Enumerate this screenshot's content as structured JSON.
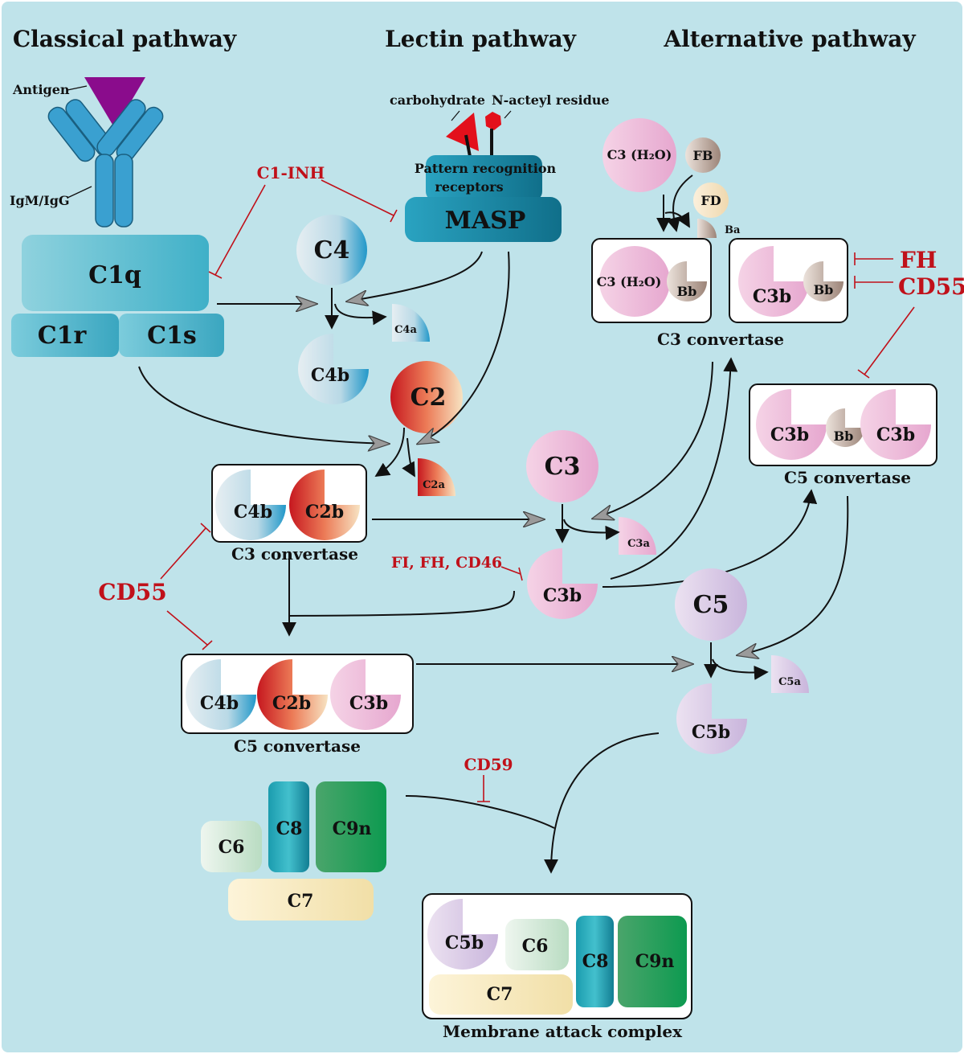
{
  "headers": {
    "classical": "Classical pathway",
    "lectin": "Lectin pathway",
    "alternative": "Alternative pathway"
  },
  "classical": {
    "antigen": "Antigen",
    "antibody": "IgM/IgG",
    "c1q": "C1q",
    "c1r": "C1r",
    "c1s": "C1s",
    "c4": "C4",
    "c4a": "C4a",
    "c4b": "C4b",
    "c2": "C2",
    "c2a": "C2a"
  },
  "lectin": {
    "carbohydrate": "carbohydrate",
    "residue": "N-acteyl residue",
    "prr_line1": "Pattern recognition",
    "prr_line2": "receptors",
    "masp": "MASP"
  },
  "alternative": {
    "c3h2o": "C3 (H₂O)",
    "fb": "FB",
    "fd": "FD",
    "ba": "Ba",
    "bb": "Bb",
    "c3b": "C3b"
  },
  "convertases": {
    "c3_conv_left": {
      "c4b": "C4b",
      "c2b": "C2b",
      "caption": "C3 convertase"
    },
    "c3_conv_right": {
      "c3h2o": "C3 (H₂O)",
      "bb1": "Bb",
      "c3b": "C3b",
      "bb2": "Bb",
      "caption": "C3 convertase"
    },
    "c5_conv_left": {
      "c4b": "C4b",
      "c2b": "C2b",
      "c3b": "C3b",
      "caption": "C5 convertase"
    },
    "c5_conv_right": {
      "c3b1": "C3b",
      "bb": "Bb",
      "c3b2": "C3b",
      "caption": "C5 convertase"
    }
  },
  "center": {
    "c3": "C3",
    "c3a": "C3a",
    "c3b": "C3b",
    "c5": "C5",
    "c5a": "C5a",
    "c5b": "C5b"
  },
  "terminal": {
    "c6": "C6",
    "c7": "C7",
    "c8": "C8",
    "c9n": "C9n"
  },
  "mac": {
    "c5b": "C5b",
    "c6": "C6",
    "c7": "C7",
    "c8": "C8",
    "c9n": "C9n",
    "caption": "Membrane attack complex"
  },
  "inhibitors": {
    "c1inh": "C1-INH",
    "fh": "FH",
    "cd55_right": "CD55",
    "cd55_left": "CD55",
    "fi_fh_cd46": "FI, FH, CD46",
    "cd59": "CD59"
  },
  "colors": {
    "background": "#bfe3ea",
    "inhibitor": "#c0111a",
    "teal": "#2fa6bf",
    "pink": "#e9b8d7",
    "lavender": "#d6c7e3",
    "green": "#1f9a55",
    "purple": "#8a0c8c"
  }
}
